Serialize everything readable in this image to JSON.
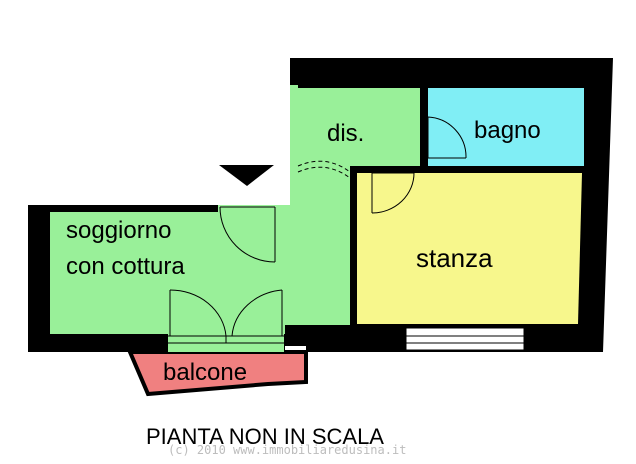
{
  "rooms": {
    "soggiorno": {
      "line1": "soggiorno",
      "line2": "con cottura"
    },
    "dis": "dis.",
    "bagno": "bagno",
    "stanza": "stanza",
    "balcone": "balcone"
  },
  "caption": "PIANTA NON IN SCALA",
  "watermark": "(c) 2010 www.immobiliaredusina.it",
  "colors": {
    "wall": "#000000",
    "soggiorno": "#99f099",
    "dis": "#99f099",
    "bagno": "#80eef5",
    "stanza": "#f7f78c",
    "balcone": "#f08080"
  }
}
